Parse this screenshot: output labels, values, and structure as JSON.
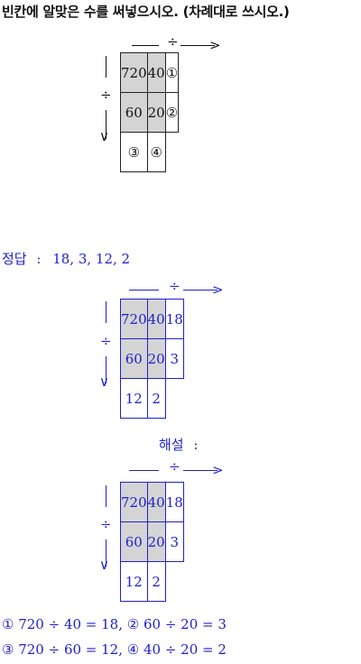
{
  "question": "빈칸에 알맞은 수를 써넣으시오. (차례대로 쓰시오.)",
  "arrow_symbol": "÷",
  "question_grid": {
    "row1": [
      "720",
      "40",
      "①"
    ],
    "row2": [
      "60",
      "20",
      "②"
    ],
    "row3": [
      "③",
      "④"
    ]
  },
  "answer_label": "정답",
  "answer_colon": ":",
  "answer_values": "18, 3, 12, 2",
  "answer_grid": {
    "row1": [
      "720",
      "40",
      "18"
    ],
    "row2": [
      "60",
      "20",
      "3"
    ],
    "row3": [
      "12",
      "2"
    ]
  },
  "explanation_label": "해설",
  "explanation_colon": ":",
  "solution_lines": [
    "① 720 ÷ 40 = 18,  ② 60 ÷ 20 = 3",
    "③ 720 ÷ 60 = 12,  ④ 40 ÷ 20 = 2"
  ],
  "colors": {
    "answer": "#2020cc",
    "shade": "#d4d4d4"
  }
}
